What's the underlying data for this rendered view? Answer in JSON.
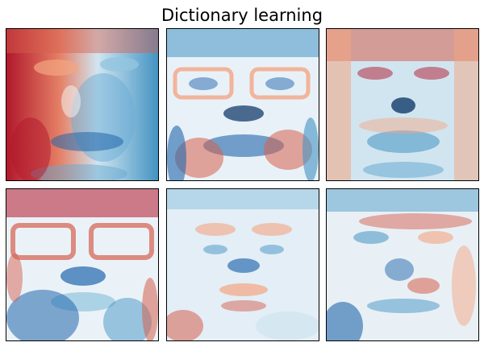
{
  "figure": {
    "title": "Dictionary learning"
  },
  "colormap": {
    "name": "RdBu",
    "red": "#b2182b",
    "white": "#f7f7f7",
    "blue": "#2166ac"
  },
  "panels": [
    {
      "index": 1,
      "content": "face-component-image"
    },
    {
      "index": 2,
      "content": "face-component-image"
    },
    {
      "index": 3,
      "content": "face-component-image"
    },
    {
      "index": 4,
      "content": "face-component-image"
    },
    {
      "index": 5,
      "content": "face-component-image"
    },
    {
      "index": 6,
      "content": "face-component-image"
    }
  ]
}
